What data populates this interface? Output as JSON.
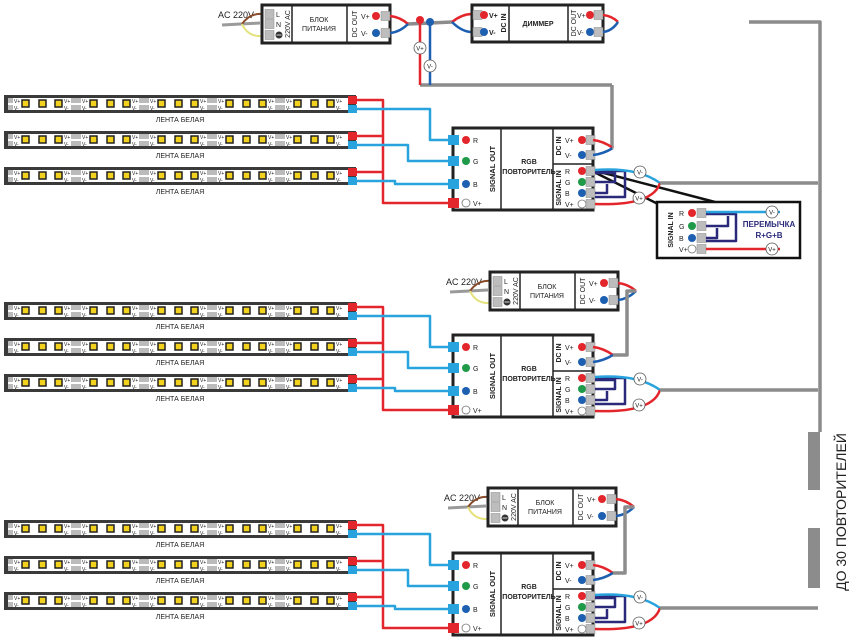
{
  "labels": {
    "ac_input": "AC 220V",
    "strip": "ЛЕНТА БЕЛАЯ",
    "repeaters_note": "ДО 30 ПОВТОРИТЕЛЕЙ"
  },
  "psu": {
    "terminal_l": "L",
    "terminal_n": "N",
    "input": "220V AC",
    "title_line1": "БЛОК",
    "title_line2": "ПИТАНИЯ",
    "output": "DC OUT",
    "vplus": "V+",
    "vminus": "V-"
  },
  "dimmer": {
    "input": "DC IN",
    "title": "ДИММЕР",
    "output": "DC OUT",
    "vplus": "V+",
    "vminus": "V-"
  },
  "repeater": {
    "title_line1": "RGB",
    "title_line2": "ПОВТОРИТЕЛЬ",
    "signal_out": "SIGNAL OUT",
    "signal_in": "SIGNAL IN",
    "dc_in": "DC IN",
    "channels": [
      "R",
      "G",
      "B",
      "V+"
    ],
    "vplus": "V+",
    "vminus": "V-"
  },
  "jumper": {
    "title_line1": "ПЕРЕМЫЧКА",
    "title_line2": "R+G+B",
    "signal_in": "SIGNAL IN",
    "channels": [
      "R",
      "G",
      "B",
      "V+"
    ]
  },
  "strip_pads": {
    "vplus": "V+",
    "vminus": "V-"
  },
  "wire_tags": {
    "vplus": "V+",
    "vminus": "V-"
  },
  "colors": {
    "red": "#e3262b",
    "blue": "#1d5fb0",
    "light_blue": "#29a3dd",
    "green": "#1e9a48",
    "navy": "#2b2a7a",
    "gray_wire": "#8c8c8c",
    "frame": "#222222",
    "led": "#f3d21e"
  }
}
